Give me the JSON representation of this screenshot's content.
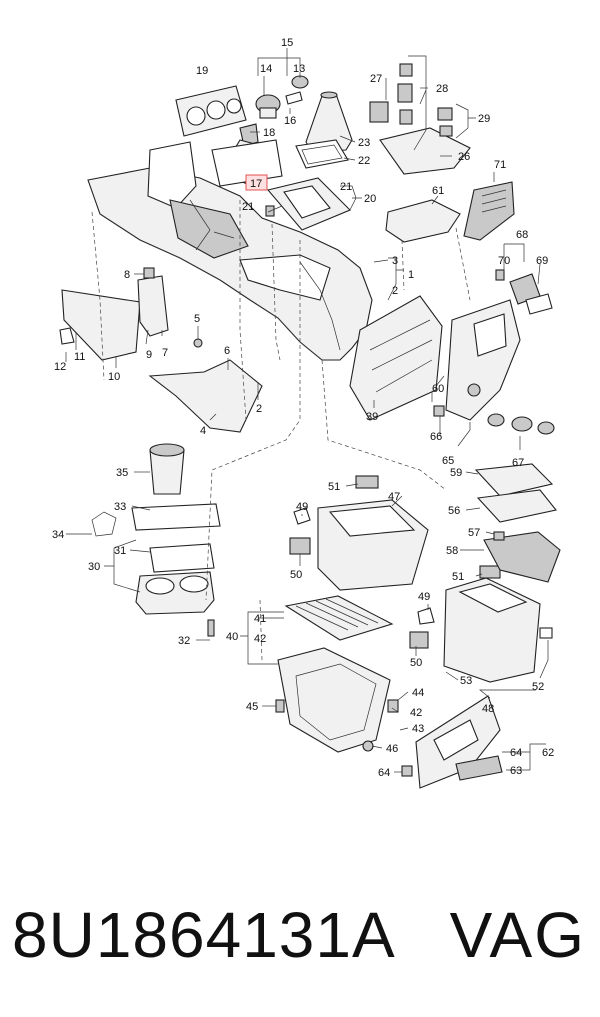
{
  "callouts": {
    "c1": "1",
    "c2": "2",
    "c3": "3",
    "c4": "4",
    "c5": "5",
    "c6": "6",
    "c7": "7",
    "c8": "8",
    "c9": "9",
    "c10": "10",
    "c11": "11",
    "c12": "12",
    "c13": "13",
    "c14": "14",
    "c15": "15",
    "c16": "16",
    "c17": "17",
    "c18": "18",
    "c19": "19",
    "c20": "20",
    "c21": "21",
    "c22": "22",
    "c23": "23",
    "c26": "26",
    "c27": "27",
    "c28": "28",
    "c29": "29",
    "c30": "30",
    "c31": "31",
    "c32": "32",
    "c33": "33",
    "c34": "34",
    "c35": "35",
    "c39": "39",
    "c40": "40",
    "c41": "41",
    "c42": "42",
    "c43": "43",
    "c44": "44",
    "c45": "45",
    "c46": "46",
    "c47": "47",
    "c48": "48",
    "c49": "49",
    "c50": "50",
    "c51": "51",
    "c52": "52",
    "c53": "53",
    "c56": "56",
    "c57": "57",
    "c58": "58",
    "c59": "59",
    "c60": "60",
    "c61": "61",
    "c62": "62",
    "c63": "63",
    "c64": "64",
    "c65": "65",
    "c66": "66",
    "c67": "67",
    "c68": "68",
    "c69": "69",
    "c70": "70",
    "c71": "71"
  },
  "highlight": {
    "callout": "17",
    "color": "#e05050"
  },
  "footer": {
    "part_number": "8U1864131A",
    "brand": "VAG"
  }
}
